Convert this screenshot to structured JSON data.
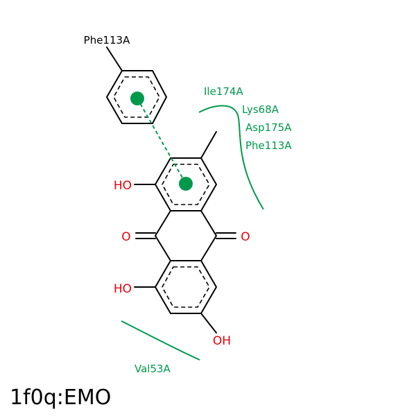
{
  "title": "1f0q:EMO",
  "colors": {
    "bond": "#000000",
    "oxygen": "#e8000b",
    "interaction": "#00994c"
  },
  "residue": {
    "ring_label": "Phe113A"
  },
  "atoms": {
    "oh_top": "HO",
    "o_left": "O",
    "o_right": "O",
    "oh_mid": "HO",
    "oh_bottom": "OH"
  },
  "contacts": {
    "upper_labels": [
      "Ile174A",
      "Lys68A",
      "Asp175A",
      "Phe113A"
    ],
    "lower_label": "Val53A"
  },
  "interaction_type": "pi-stacking"
}
